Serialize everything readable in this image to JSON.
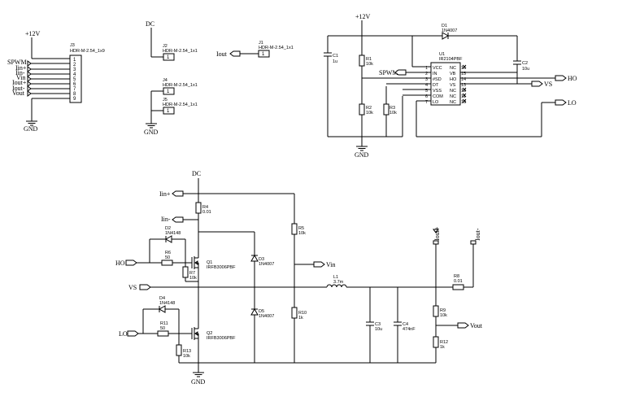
{
  "nets": {
    "p12": "+12V",
    "gnd": "GND",
    "dc": "DC",
    "spwm": "SPWM",
    "iin_p": "Iin+",
    "iin_m": "Iin-",
    "vin": "Vin",
    "iout_p": "Iout+",
    "iout_m": "Iout-",
    "vout": "Vout",
    "iout": "Iout",
    "ho": "HO",
    "lo": "LO",
    "vs": "VS"
  },
  "connectors": {
    "j3": {
      "ref": "J3",
      "value": "HDR-M-2.54_1x9",
      "pins": [
        "1",
        "2",
        "3",
        "4",
        "5",
        "6",
        "7",
        "8",
        "9"
      ]
    },
    "j2": {
      "ref": "J2",
      "value": "HDR-M-2.54_1x1",
      "pin": "1"
    },
    "j1": {
      "ref": "J1",
      "value": "HDR-M-2.54_1x1",
      "pin": "1"
    },
    "j4": {
      "ref": "J4",
      "value": "HDR-M-2.54_1x1",
      "pin": "1"
    },
    "j5": {
      "ref": "J5",
      "value": "HDR-M-2.54_1x1",
      "pin": "1"
    }
  },
  "driver": {
    "ref": "U1",
    "part": "IR2104PBF",
    "left_pins": [
      {
        "num": "1",
        "name": "VCC"
      },
      {
        "num": "2",
        "name": "IN"
      },
      {
        "num": "3",
        "name": "#SD"
      },
      {
        "num": "4",
        "name": "DT"
      },
      {
        "num": "5",
        "name": "VSS"
      },
      {
        "num": "6",
        "name": "COM"
      },
      {
        "num": "7",
        "name": "LO"
      }
    ],
    "right_pins": [
      {
        "num": "16",
        "name": "NC"
      },
      {
        "num": "15",
        "name": "VB"
      },
      {
        "num": "14",
        "name": "HO"
      },
      {
        "num": "13",
        "name": "VS"
      },
      {
        "num": "12",
        "name": "NC"
      },
      {
        "num": "11",
        "name": "NC"
      },
      {
        "num": "10",
        "name": "NC"
      }
    ]
  },
  "components": {
    "d1": {
      "ref": "D1",
      "value": "1N4007"
    },
    "c1": {
      "ref": "C1",
      "value": "1u"
    },
    "c2": {
      "ref": "C2",
      "value": "10u"
    },
    "r1": {
      "ref": "R1",
      "value": "10k"
    },
    "r2": {
      "ref": "R2",
      "value": "10k"
    },
    "r3": {
      "ref": "R3",
      "value": "10k"
    },
    "r4": {
      "ref": "R4",
      "value": "0.01"
    },
    "d2": {
      "ref": "D2",
      "value": "1N4148"
    },
    "r6": {
      "ref": "R6",
      "value": "50"
    },
    "q1": {
      "ref": "Q1",
      "value": "IRFB3006PBF"
    },
    "r7": {
      "ref": "R7",
      "value": "10k"
    },
    "d3": {
      "ref": "D3",
      "value": "1N4007"
    },
    "r5": {
      "ref": "R5",
      "value": "10k"
    },
    "d4": {
      "ref": "D4",
      "value": "1N4148"
    },
    "r11": {
      "ref": "R11",
      "value": "50"
    },
    "q2": {
      "ref": "Q2",
      "value": "IRFB3006PBF"
    },
    "r13": {
      "ref": "R13",
      "value": "10k"
    },
    "d5": {
      "ref": "D5",
      "value": "1N4007"
    },
    "l1": {
      "ref": "L1",
      "value": "3.7m"
    },
    "r10": {
      "ref": "R10",
      "value": "1k"
    },
    "c3": {
      "ref": "C3",
      "value": "10u"
    },
    "c4": {
      "ref": "C4",
      "value": "474nF"
    },
    "r8": {
      "ref": "R8",
      "value": "0.01"
    },
    "r9": {
      "ref": "R9",
      "value": "10k"
    },
    "r12": {
      "ref": "R12",
      "value": "1k"
    }
  }
}
